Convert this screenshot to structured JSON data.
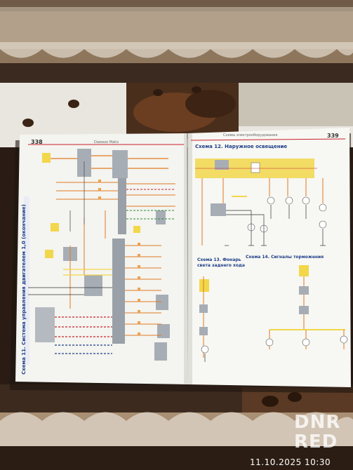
{
  "book": {
    "left_page_number": "338",
    "left_header": "Daewoo Matiz",
    "right_page_number": "339",
    "right_header": "Схемы электрооборудования",
    "left_scheme_title": "Схема 11. Система управления двигателем 1,0 (окончание)",
    "right_scheme_12": "Схема 12. Наружное освещение",
    "right_scheme_13a": "Схема 13. Фонарь",
    "right_scheme_13b": "света заднего хода",
    "right_scheme_14": "Схема 14. Сигналы торможения"
  },
  "watermark": {
    "line1": "DNR",
    "line2": "RED"
  },
  "timestamp": "11.10.2025  10:30",
  "colors": {
    "wood_dark": "#3b2a1e",
    "wood_light": "#b99a78",
    "paper": "#f4f4f0",
    "accent_orange": "#e07a22",
    "accent_yellow": "#f2d74a",
    "accent_red": "#c8202a",
    "accent_blue": "#1f3e8a"
  }
}
